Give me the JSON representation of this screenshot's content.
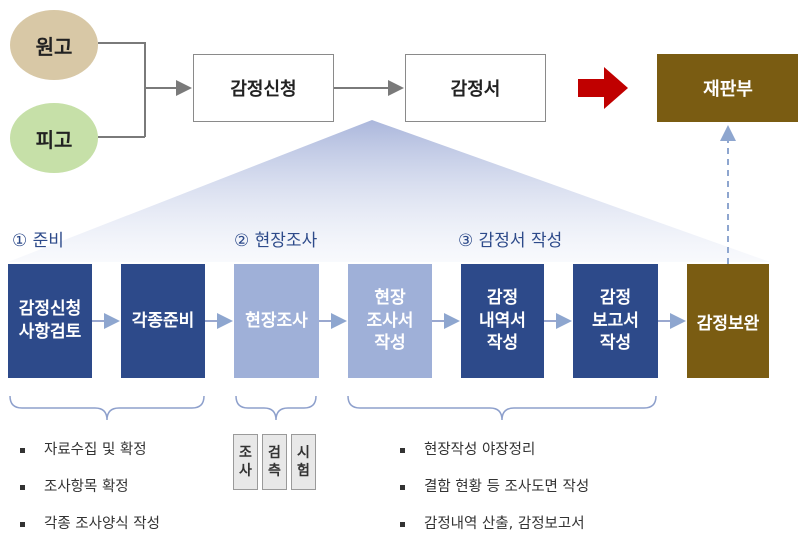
{
  "parties": {
    "plaintiff": "원고",
    "defendant": "피고"
  },
  "top_flow": {
    "application": "감정신청",
    "report": "감정서",
    "court": "재판부"
  },
  "colors": {
    "plaintiff": "#d8c8a6",
    "defendant": "#c6e0a8",
    "gold": "#7a5c12",
    "blue": "#2d4a8a",
    "light_blue": "#9fb0d8",
    "arrow_red": "#c00000"
  },
  "steps": {
    "prepare": "① 준비",
    "field": "② 현장조사",
    "report": "③ 감정서 작성"
  },
  "process": [
    {
      "label": "감정신청\n사항검토"
    },
    {
      "label": "각종준비"
    },
    {
      "label": "현장조사"
    },
    {
      "label": "현장\n조사서\n작성"
    },
    {
      "label": "감정\n내역서\n작성"
    },
    {
      "label": "감정\n보고서\n작성"
    },
    {
      "label": "감정보완"
    }
  ],
  "prep_items": [
    "자료수집 및 확정",
    "조사항목 확정",
    "각종 조사양식 작성"
  ],
  "field_tags": [
    "조\n사",
    "검\n측",
    "시\n험"
  ],
  "report_items": [
    "현장작성 야장정리",
    "결함 현황 등 조사도면 작성",
    "감정내역 산출, 감정보고서"
  ]
}
